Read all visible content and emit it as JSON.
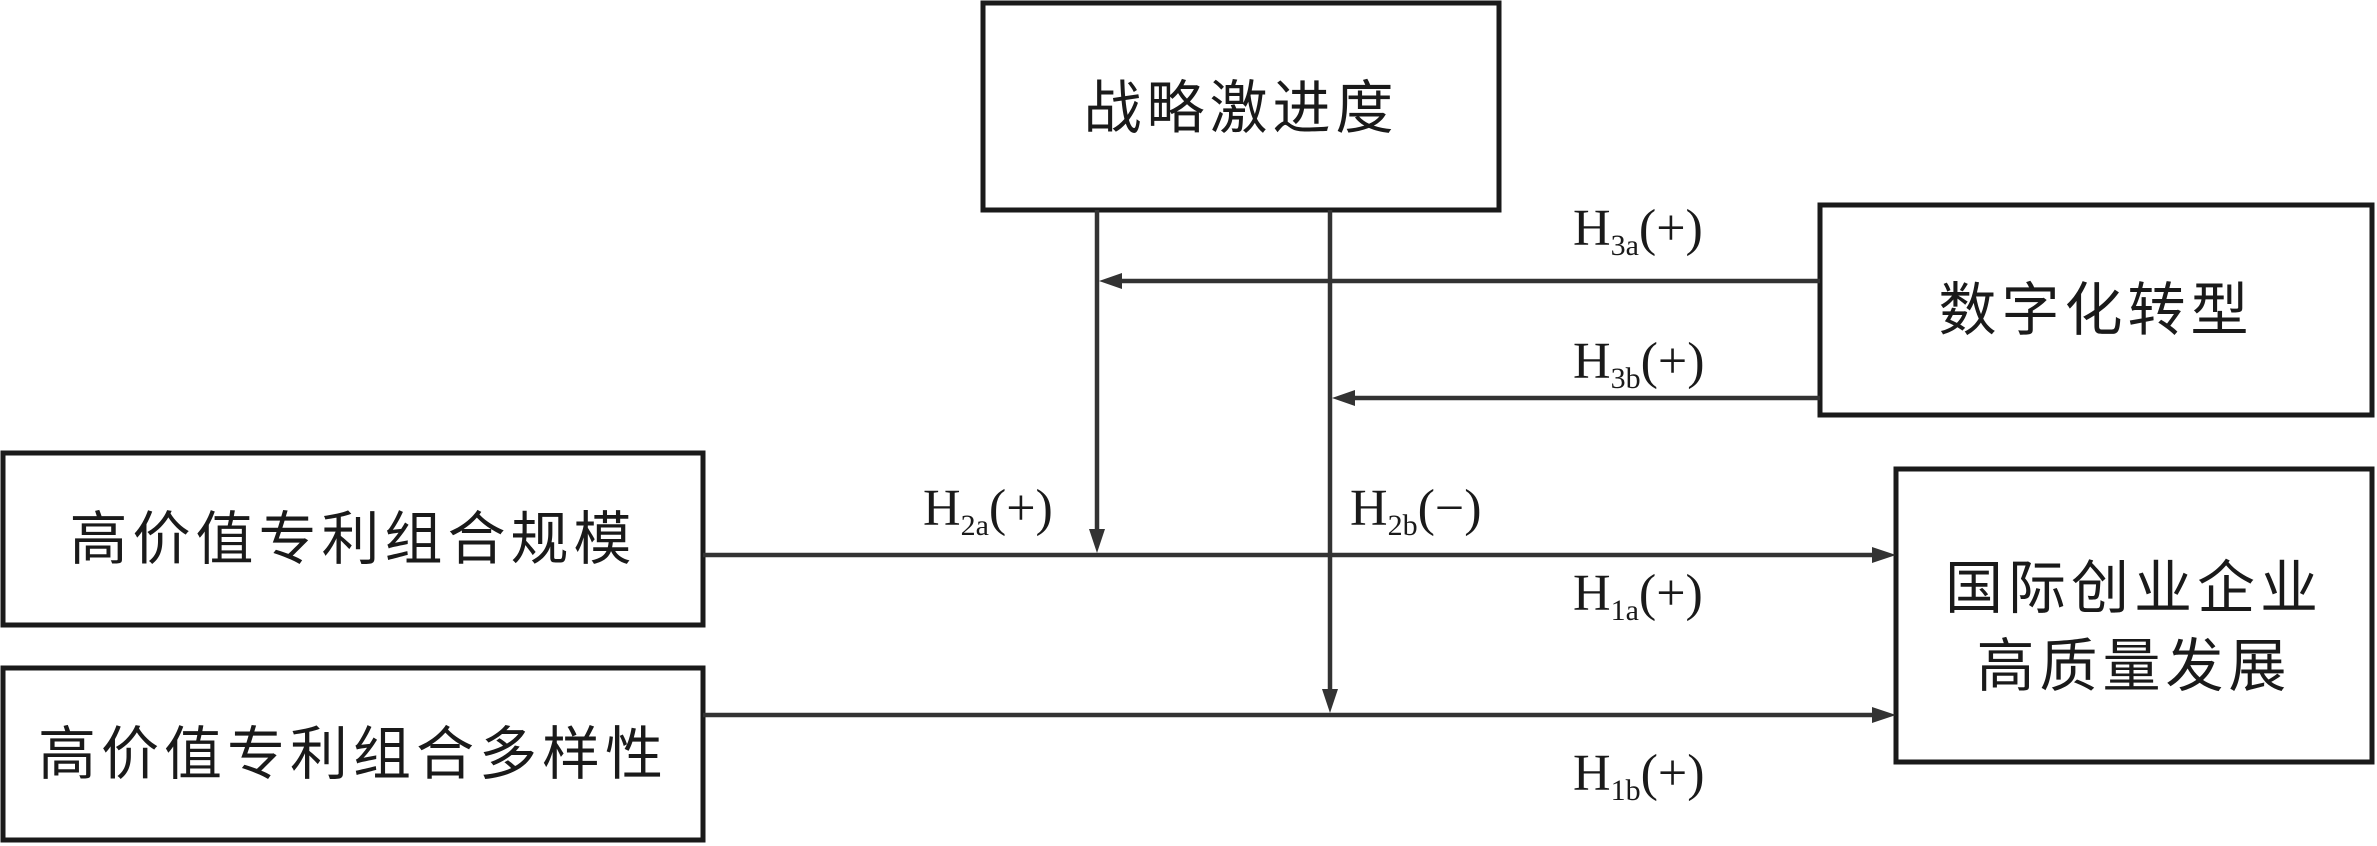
{
  "nodes": {
    "strategic_aggressiveness": "战略激进度",
    "digital_transformation": "数字化转型",
    "patent_scale": "高价值专利组合规模",
    "patent_diversity": "高价值专利组合多样性",
    "outcome_line1": "国际创业企业",
    "outcome_line2": "高质量发展"
  },
  "hypotheses": {
    "h3a": {
      "letter": "H",
      "sub": "3a",
      "sign": "(+)"
    },
    "h3b": {
      "letter": "H",
      "sub": "3b",
      "sign": "(+)"
    },
    "h2a": {
      "letter": "H",
      "sub": "2a",
      "sign": "(+)"
    },
    "h2b": {
      "letter": "H",
      "sub": "2b",
      "sign": "(−)"
    },
    "h1a": {
      "letter": "H",
      "sub": "1a",
      "sign": "(+)"
    },
    "h1b": {
      "letter": "H",
      "sub": "1b",
      "sign": "(+)"
    }
  },
  "colors": {
    "stroke": "#1a1a1a",
    "arrow": "#333333",
    "background": "#ffffff"
  }
}
